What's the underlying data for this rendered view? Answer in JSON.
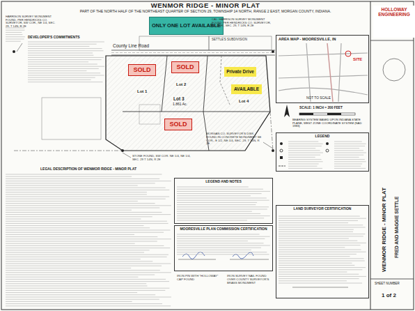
{
  "diagram": {
    "title": "WENMOR RIDGE - MINOR PLAT",
    "nodes": [
      {
        "text": [
          "ONLY ONE LOT AVAILABLE"
        ]
      },
      {
        "text": [
          "SOLD"
        ]
      },
      {
        "text": [
          "SOLD"
        ]
      },
      {
        "text": [
          "Private Drive"
        ]
      },
      {
        "text": [
          "AVAILABLE"
        ]
      },
      {
        "text": [
          "SOLD"
        ]
      },
      {
        "text": [
          "AREA MAP - MOORESVILLE, IN"
        ]
      },
      {
        "text": [
          "LEGEND"
        ]
      },
      {
        "text": [
          "LEGEND AND NOTES"
        ]
      },
      {
        "text": [
          "MOORESVILLE PLAN COMMISSION CERTIFICATION"
        ]
      },
      {
        "text": [
          "LAND SURVEYOR CERTIFICATION"
        ]
      },
      {
        "text": [
          "HOLLOWAY ENGINEERING"
        ]
      }
    ],
    "labels": [
      "PART OF THE NORTH HALF OF THE NORTHEAST QUARTER OF SECTION 29, TOWNSHIP 14 NORTH, RANGE 2 EAST, MORGAN COUNTY, INDIANA.",
      "County Line Road",
      "DEVELOPER'S COMMITMENTS",
      "SETTLE'S SUBDIVISION",
      "Lot 1",
      "Lot 2",
      "Lot 3",
      "1.861 Ac.",
      "Lot 4",
      "HARRISON SURVEY MONUMENT FOUND, PER HENDRICKS CO. SURVEYOR, SW COR., NE 1/4, SEC. 29, T 14N, R 2E",
      "CAL. HARRISON SURVEY MONUMENT FOUND PER HENDRICKS CO. SURVEYOR, NE COR., SEC. 29, T 14N, R 2E",
      "STONE FOUND, SW COR. NE 1/4, NE 1/4, SEC. 29 T 14N, R 2E",
      "MORGAN CO. SURVEYOR'S DISK FOUND IN CONCRETE MONUMENT SE COR., E 1/2, NE 1/4, SEC. 29, T 14N, R 2E",
      "SITE",
      "NOT TO SCALE",
      "SCALE: 1 INCH = 200 FEET",
      "BEARING SYSTEM BASED UPON INDIANA STATE PLANE, WEST ZONE COORDINATE SYSTEM (NAD 1983)",
      "LEGAL DESCRIPTION OF WENMOR RIDGE - MINOR PLAT",
      "IRON PIN WITH \"HOLLOWAY\" CAP FOUND",
      "IRON SURVEY NAIL FOUND OVER COUNTY SURVEYOR'S BRASS MONUMENT",
      "WENMOR RIDGE - MINOR PLAT",
      "FRED AND MAGGIE SETTLE",
      "SHEET NUMBER",
      "1 of 2"
    ]
  }
}
